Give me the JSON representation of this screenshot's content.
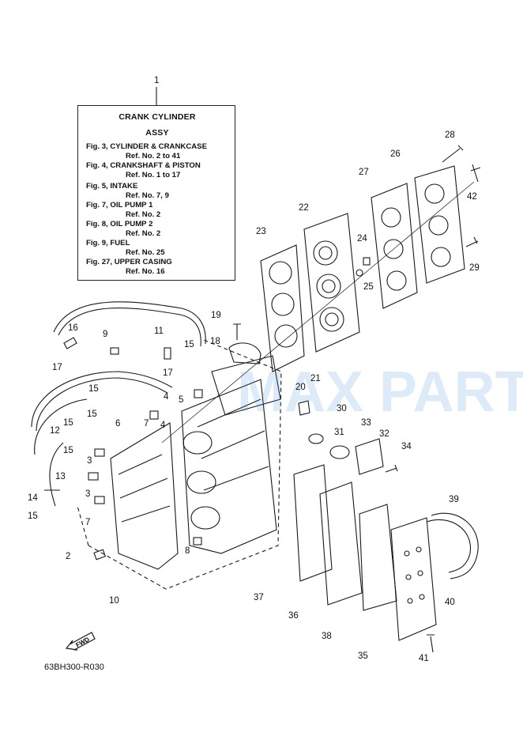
{
  "legend": {
    "title_line1": "CRANK  CYLINDER",
    "title_line2": "ASSY",
    "lines": [
      "Fig. 3, CYLINDER & CRANKCASE",
      "Ref. No. 2 to 41",
      "Fig. 4, CRANKSHAFT & PISTON",
      "Ref. No. 1 to 17",
      "Fig. 5, INTAKE",
      "Ref. No. 7, 9",
      "Fig. 7, OIL PUMP 1",
      "Ref. No. 2",
      "Fig. 8, OIL PUMP 2",
      "Ref. No. 2",
      "Fig. 9, FUEL",
      "Ref. No. 25",
      "Fig. 27, UPPER CASING",
      "Ref. No. 16"
    ]
  },
  "callouts": [
    "1",
    "28",
    "26",
    "42",
    "27",
    "22",
    "23",
    "24",
    "25",
    "29",
    "19",
    "18",
    "16",
    "9",
    "11",
    "15",
    "17",
    "21",
    "20",
    "30",
    "4",
    "5",
    "15",
    "17",
    "15",
    "6",
    "7",
    "4",
    "31",
    "33",
    "32",
    "34",
    "12",
    "15",
    "3",
    "15",
    "13",
    "3",
    "14",
    "15",
    "7",
    "8",
    "2",
    "10",
    "39",
    "37",
    "36",
    "38",
    "40",
    "35",
    "41"
  ],
  "fwd_label": "FWD",
  "figure_code": "63BH300-R030",
  "watermark": "MAX PARTS",
  "colors": {
    "line": "#1a1a1a",
    "watermark": "#3b8fd0"
  }
}
